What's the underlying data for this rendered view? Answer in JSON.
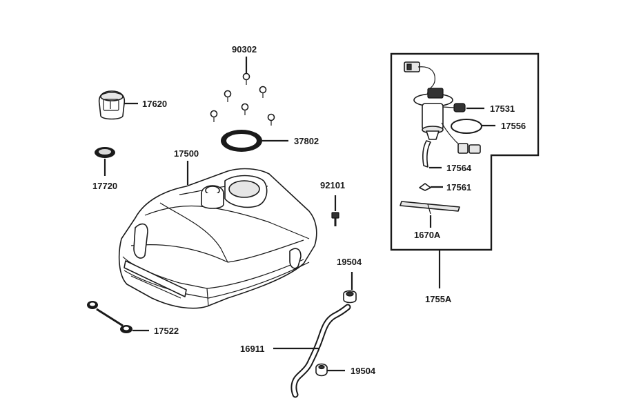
{
  "labels": {
    "p90302": "90302",
    "p17620": "17620",
    "p37802": "37802",
    "p17720": "17720",
    "p17500": "17500",
    "p92101": "92101",
    "p17522": "17522",
    "p19504a": "19504",
    "p19504b": "19504",
    "p16911": "16911",
    "p17531": "17531",
    "p17556": "17556",
    "p17564": "17564",
    "p17561": "17561",
    "p1670A": "1670A",
    "p1755A": "1755A"
  }
}
